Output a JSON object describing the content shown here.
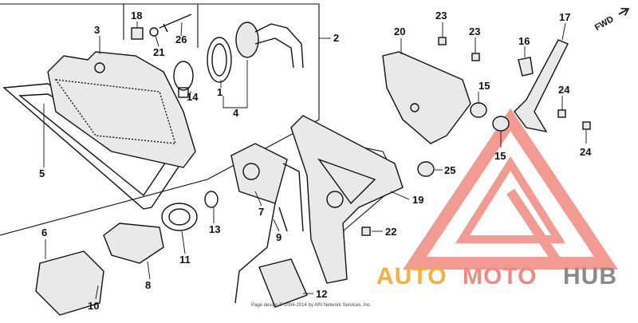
{
  "diagram": {
    "callouts": [
      {
        "id": "c18",
        "label": "18"
      },
      {
        "id": "c26",
        "label": "26"
      },
      {
        "id": "c21",
        "label": "21"
      },
      {
        "id": "c3",
        "label": "3"
      },
      {
        "id": "c2",
        "label": "2"
      },
      {
        "id": "c14",
        "label": "14"
      },
      {
        "id": "c1",
        "label": "1"
      },
      {
        "id": "c4",
        "label": "4"
      },
      {
        "id": "c5",
        "label": "5"
      },
      {
        "id": "c20",
        "label": "20"
      },
      {
        "id": "c23a",
        "label": "23"
      },
      {
        "id": "c23b",
        "label": "23"
      },
      {
        "id": "c16",
        "label": "16"
      },
      {
        "id": "c17",
        "label": "17"
      },
      {
        "id": "c15a",
        "label": "15"
      },
      {
        "id": "c15b",
        "label": "15"
      },
      {
        "id": "c24a",
        "label": "24"
      },
      {
        "id": "c24b",
        "label": "24"
      },
      {
        "id": "c25",
        "label": "25"
      },
      {
        "id": "c19",
        "label": "19"
      },
      {
        "id": "c7",
        "label": "7"
      },
      {
        "id": "c13",
        "label": "13"
      },
      {
        "id": "c9",
        "label": "9"
      },
      {
        "id": "c6",
        "label": "6"
      },
      {
        "id": "c11",
        "label": "11"
      },
      {
        "id": "c8",
        "label": "8"
      },
      {
        "id": "c22",
        "label": "22"
      },
      {
        "id": "c10",
        "label": "10"
      },
      {
        "id": "c12",
        "label": "12"
      }
    ],
    "direction_label": "FWD",
    "copyright": "Page design © 2004-2014 by ARI Network Services, Inc."
  },
  "watermark": {
    "brand_part1": "AUTO",
    "brand_part2": "MOTO",
    "brand_part3": "HUB",
    "colors": {
      "auto": "#f5b041",
      "moto": "#f08a80",
      "hub": "#8a8a8a",
      "logo": "#f08a80"
    }
  }
}
